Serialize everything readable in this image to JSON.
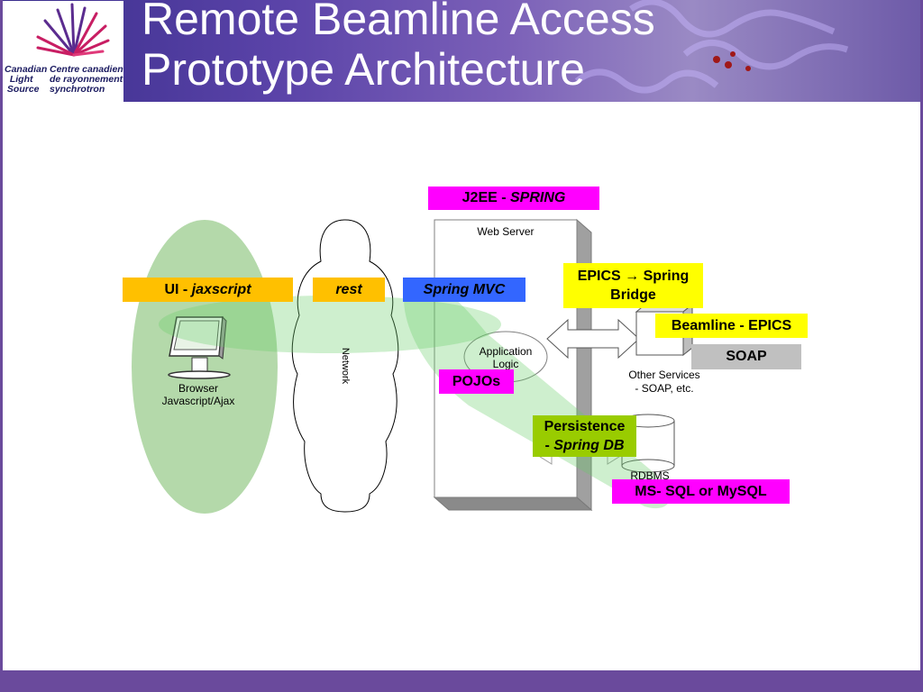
{
  "header": {
    "title_line1": "Remote Beamline Access",
    "title_line2": "Prototype Architecture",
    "logo": {
      "en_line1": "Canadian",
      "en_line2": "Light",
      "en_line3": "Source",
      "fr_line1": "Centre canadien",
      "fr_line2": "de rayonnement",
      "fr_line3": "synchrotron"
    }
  },
  "diagram": {
    "j2ee_prefix": "J2EE - ",
    "j2ee_italic": "SPRING",
    "web_server": "Web Server",
    "ui_prefix": "UI - ",
    "ui_italic": "jaxscript",
    "rest": "rest",
    "spring_mvc": "Spring MVC",
    "epics_bridge_line1": "EPICS → Spring",
    "epics_bridge_line2": "Bridge",
    "beamline_epics": "Beamline - EPICS",
    "soap": "SOAP",
    "app_logic_line1": "Application",
    "app_logic_line2": "Logic",
    "pojos": "POJOs",
    "network": "Network",
    "browser_line1": "Browser",
    "browser_line2": "Javascript/Ajax",
    "other_services_line1": "Other Services",
    "other_services_line2": "- SOAP, etc.",
    "persistence_line1": "Persistence",
    "persistence_prefix2": "- ",
    "persistence_italic": "Spring DB",
    "rdbms": "RDBMS",
    "db_choice": "MS- SQL or MySQL"
  },
  "colors": {
    "frame": "#6a4a9c",
    "magenta_label": "#ff00ff",
    "gold_label": "#ffc000",
    "yellow_label": "#ffff00",
    "blue_label": "#3366ff",
    "grey_label": "#c0c0c0",
    "lime_label": "#99cc00",
    "overlay_green": "#66cc66"
  }
}
